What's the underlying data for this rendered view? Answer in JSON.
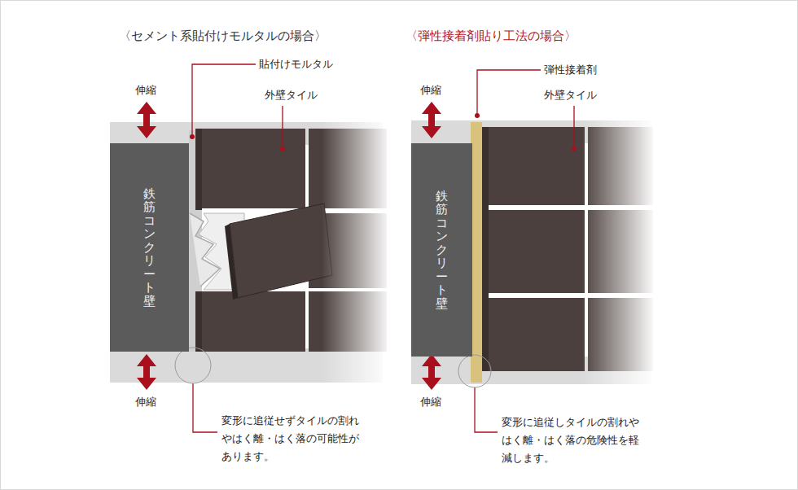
{
  "diagram": {
    "nodes": [
      {
        "text": [
          "鉄筋コンクリート壁"
        ]
      },
      {
        "text": [
          "鉄筋コンクリート壁"
        ]
      }
    ],
    "labels": [
      "〈セメント系貼付けモルタルの場合〉",
      "貼付けモルタル",
      "外壁タイル",
      "伸縮",
      "伸縮",
      "変形に追従せずタイルの割れやはく離・はく落の可能性があります。",
      "〈弾性接着剤貼り工法の場合〉",
      "弾性接着剤",
      "外壁タイル",
      "伸縮",
      "伸縮",
      "変形に追従しタイルの割れやはく離・はく落の危険性を軽減します。"
    ]
  }
}
